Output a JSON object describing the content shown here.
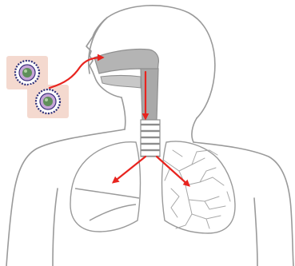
{
  "diagram": {
    "subject": "respiratory-tract-infection",
    "colors": {
      "background": "#ffffff",
      "outline": "#9a9a9a",
      "airway_fill": "#b4b4b4",
      "lung_lines": "#a8a8a8",
      "arrow": "#e8241f",
      "virus_box": "#f4d9cf",
      "virus_core": "#5f8f5a",
      "virus_spikes": "#2c2f7a"
    },
    "icons": [
      "virus-particle-icon",
      "virus-particle-icon"
    ],
    "arrows": [
      "virus-inhalation-arrow",
      "trachea-descent-arrow",
      "left-bronchus-arrow",
      "right-bronchus-arrow"
    ]
  }
}
